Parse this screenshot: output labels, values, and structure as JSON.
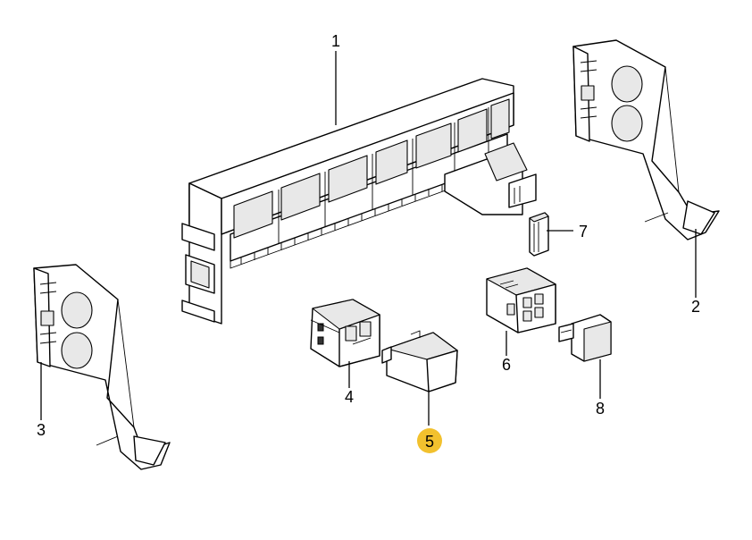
{
  "diagram": {
    "callouts": [
      {
        "id": "1",
        "label": "1"
      },
      {
        "id": "2",
        "label": "2"
      },
      {
        "id": "3",
        "label": "3"
      },
      {
        "id": "4",
        "label": "4"
      },
      {
        "id": "5",
        "label": "5",
        "highlighted": true
      },
      {
        "id": "6",
        "label": "6"
      },
      {
        "id": "7",
        "label": "7"
      },
      {
        "id": "8",
        "label": "8"
      }
    ],
    "highlight_color": "#f2c12e"
  }
}
